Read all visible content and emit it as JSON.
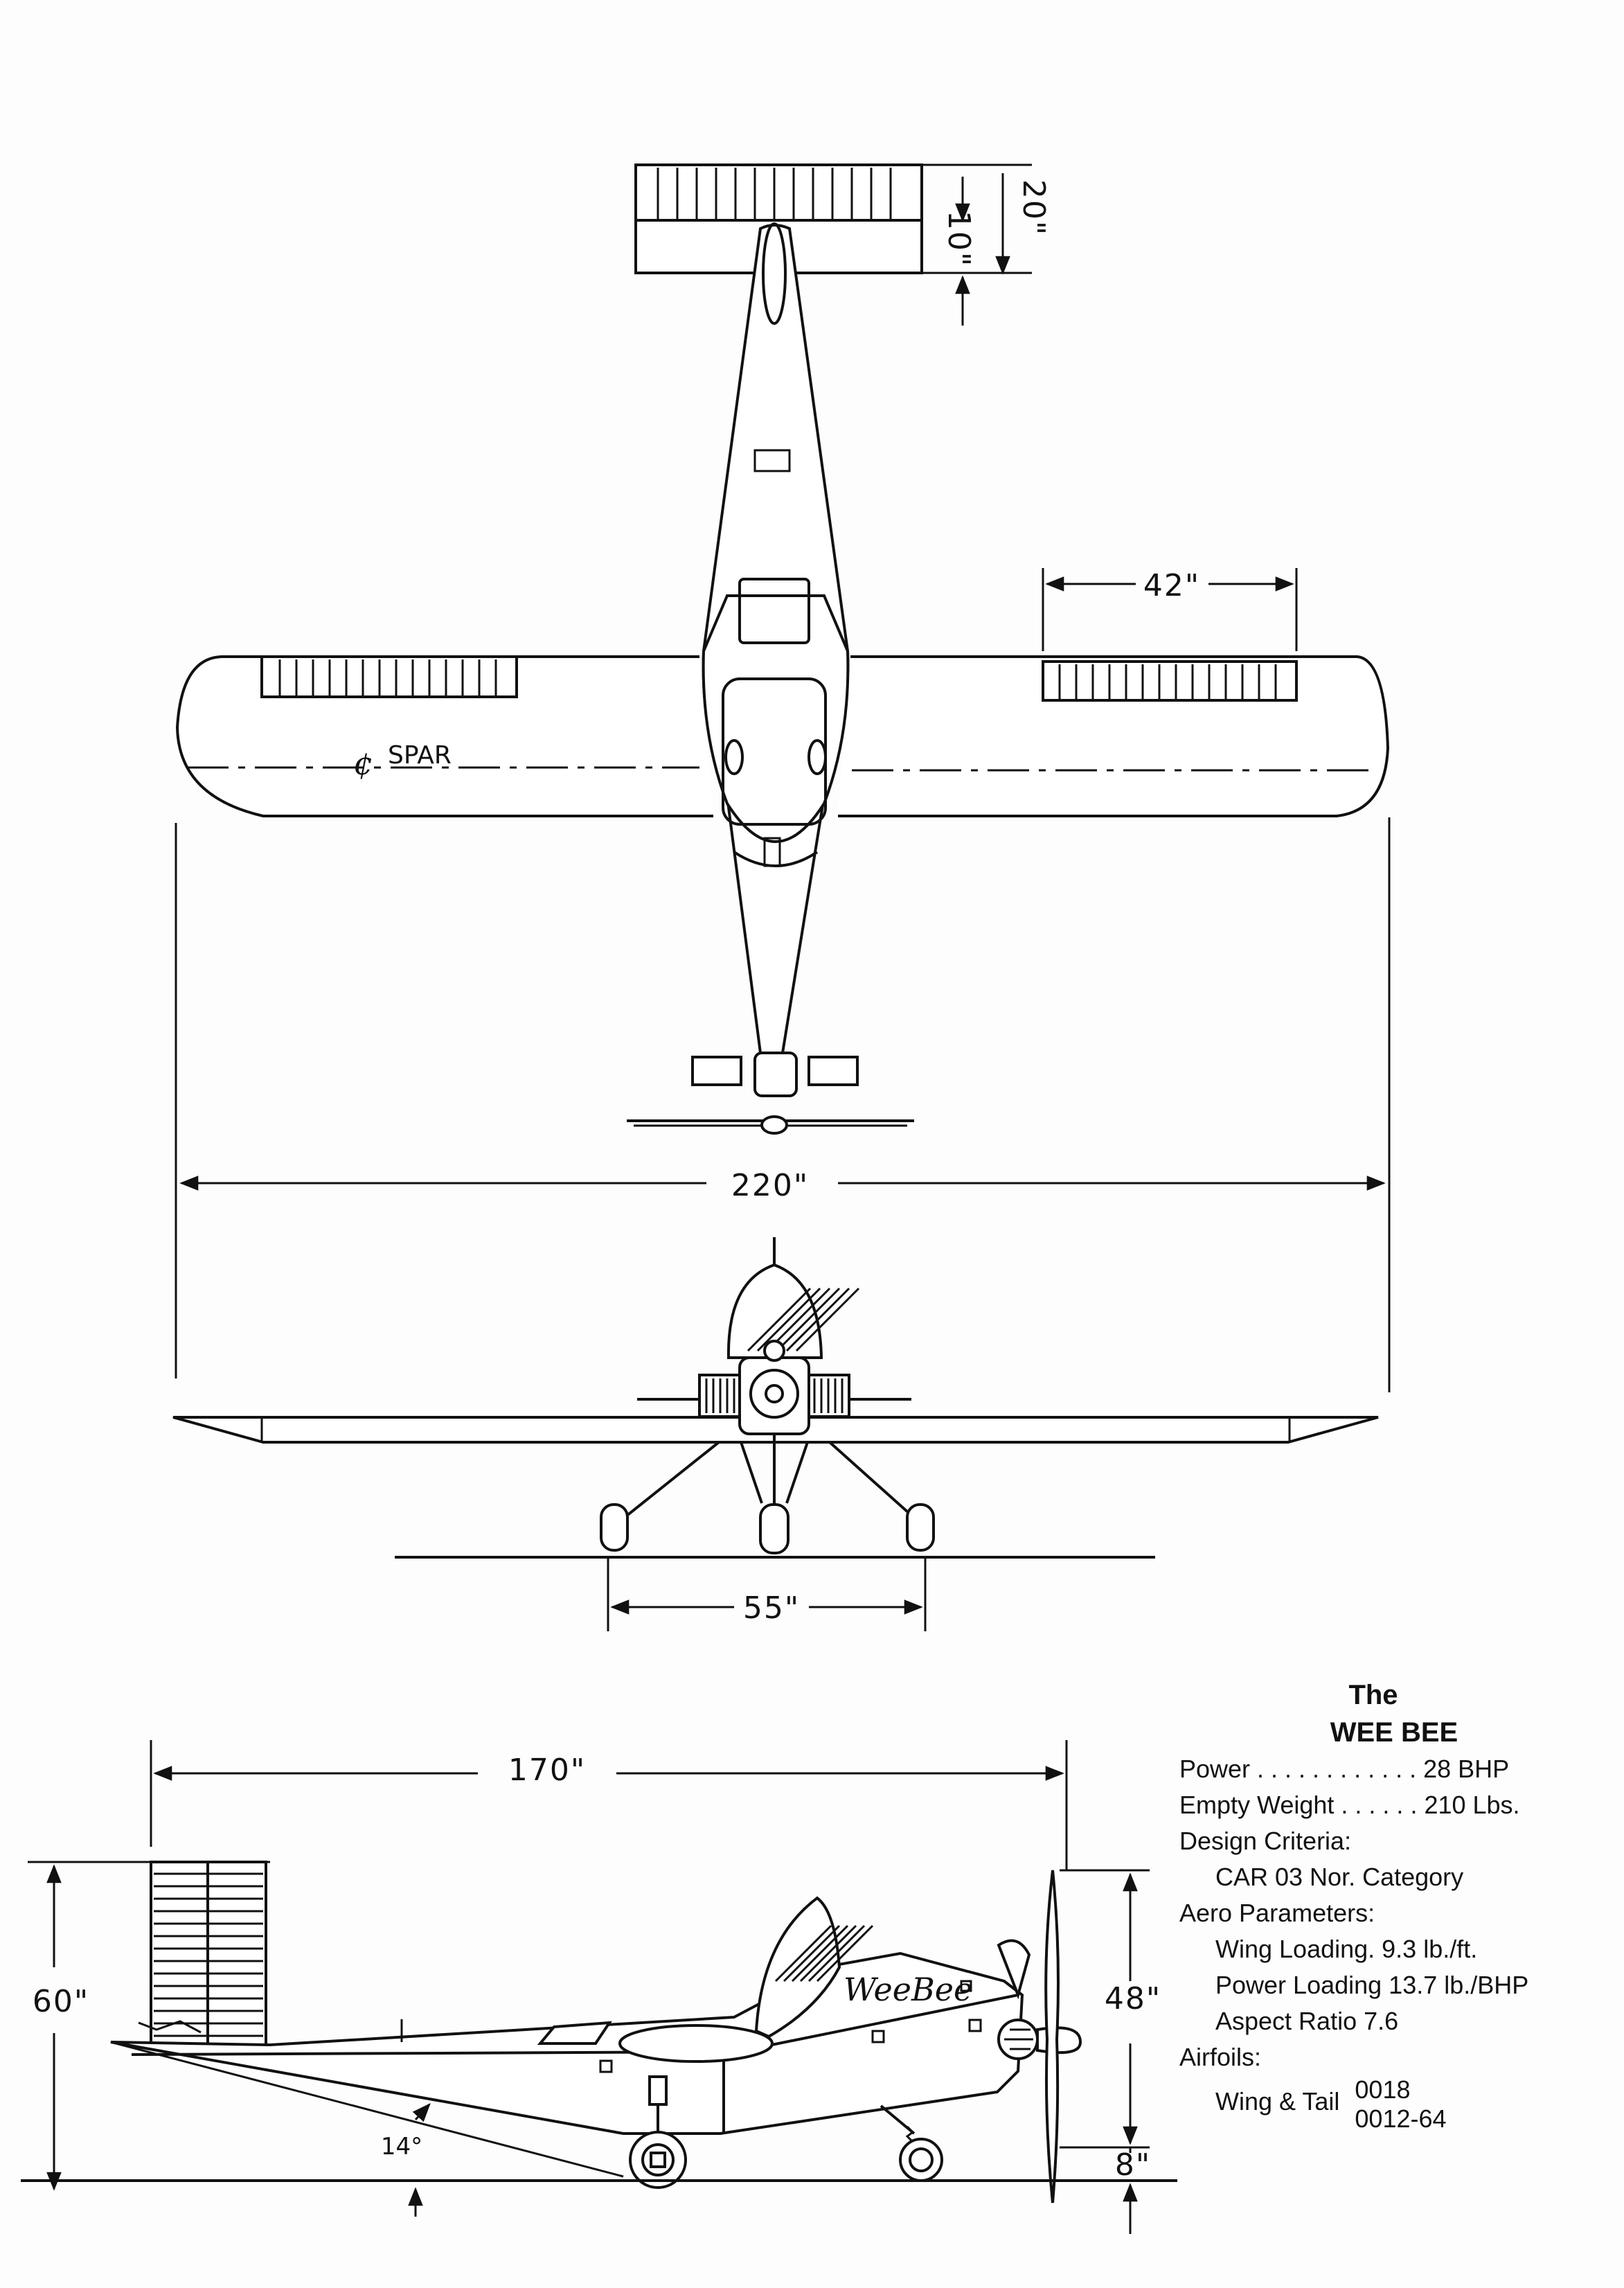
{
  "dimensions": {
    "tail_chord_total": "20\"",
    "tail_chord_elevator": "10\"",
    "aileron_span": "42\"",
    "wing_span": "220\"",
    "wheel_track": "55\"",
    "length": "170\"",
    "height": "60\"",
    "prop_diameter": "48\"",
    "prop_clearance": "8\"",
    "tail_angle": "14°"
  },
  "labels": {
    "spar": "SPAR",
    "nose_marking": "WeeBee"
  },
  "specs": {
    "title_line1": "The",
    "title_line2": "WEE BEE",
    "power": "Power . . . . . . . . . . . .  28 BHP",
    "empty_weight": "Empty Weight . . . . . .  210 Lbs.",
    "design_criteria_label": "Design Criteria:",
    "design_criteria_value": "CAR 03 Nor. Category",
    "aero_parameters_label": "Aero Parameters:",
    "wing_loading": "Wing Loading. 9.3 lb./ft.",
    "power_loading": "Power Loading 13.7 lb./BHP",
    "aspect_ratio": "Aspect Ratio 7.6",
    "airfoils_label": "Airfoils:",
    "airfoils_item": "Wing & Tail",
    "airfoil_1": "0018",
    "airfoil_2": "0012-64"
  }
}
